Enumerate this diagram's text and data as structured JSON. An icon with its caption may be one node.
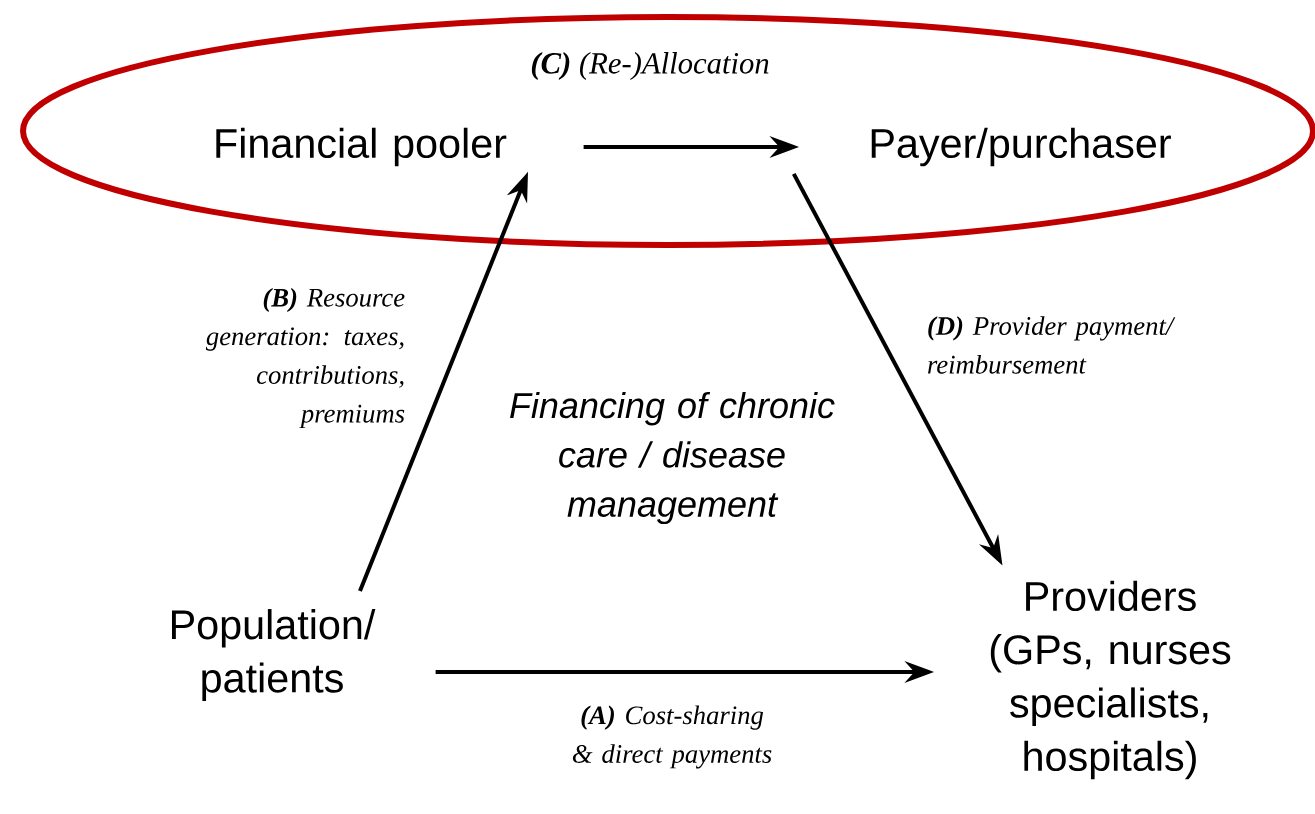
{
  "diagram": {
    "nodes": [
      {
        "text": [
          "**(C)** (Re-)Allocation"
        ]
      },
      {
        "text": [
          "Financial pooler"
        ],
        "in": 0
      },
      {
        "text": [
          "Payer/purchaser"
        ],
        "in": 0
      },
      {
        "text": [
          "Population/ patients"
        ]
      },
      {
        "text": [
          "Providers (GPs, nurses specialists, hospitals)"
        ]
      }
    ],
    "edges": [
      {
        "from": 1,
        "to": 2,
        "arrow": "to"
      },
      {
        "from": 3,
        "to": 1,
        "arrow": "to",
        "label": "**(B)** Resource generation: taxes, contributions, premiums"
      },
      {
        "from": 2,
        "to": 4,
        "arrow": "to",
        "label": "**(D)** Provider payment/ reimbursement"
      },
      {
        "from": 3,
        "to": 4,
        "arrow": "to",
        "label": "**(A)** Cost-sharing & direct payments"
      }
    ],
    "labels": [
      "Financing of chronic care / disease management"
    ]
  }
}
